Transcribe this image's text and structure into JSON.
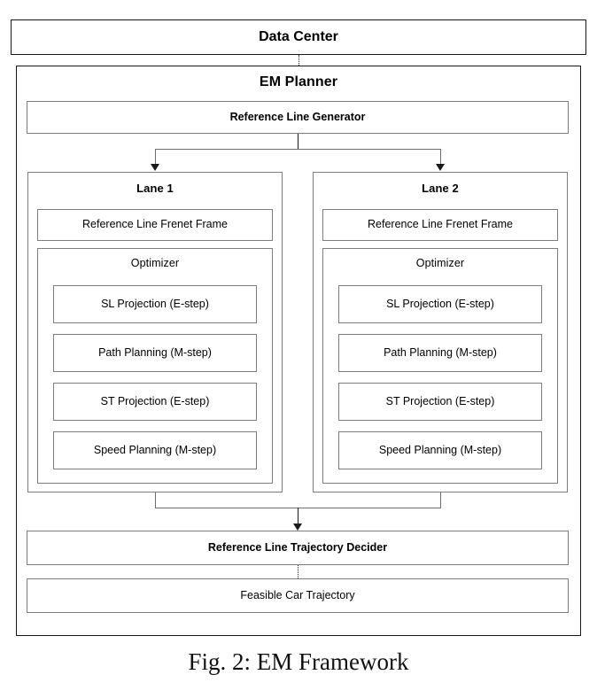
{
  "figure": {
    "caption": "Fig. 2: EM Framework"
  },
  "data_center": {
    "title": "Data Center"
  },
  "em_planner": {
    "title": "EM Planner",
    "reference_line_generator": "Reference Line Generator",
    "reference_line_trajectory_decider": "Reference Line Trajectory Decider",
    "feasible_car_trajectory": "Feasible Car Trajectory",
    "lanes": [
      {
        "title": "Lane 1",
        "frenet_frame": "Reference Line Frenet Frame",
        "optimizer": {
          "title": "Optimizer",
          "steps": [
            "SL Projection (E-step)",
            "Path Planning (M-step)",
            "ST Projection (E-step)",
            "Speed Planning (M-step)"
          ]
        }
      },
      {
        "title": "Lane 2",
        "frenet_frame": "Reference Line Frenet Frame",
        "optimizer": {
          "title": "Optimizer",
          "steps": [
            "SL Projection (E-step)",
            "Path Planning (M-step)",
            "ST Projection (E-step)",
            "Speed Planning (M-step)"
          ]
        }
      }
    ]
  },
  "colors": {
    "outer_border": "#1a1a1a",
    "inner_border": "#7d7d7d",
    "connector_grey": "#6e6e6e",
    "background": "#ffffff",
    "text": "#000000"
  }
}
